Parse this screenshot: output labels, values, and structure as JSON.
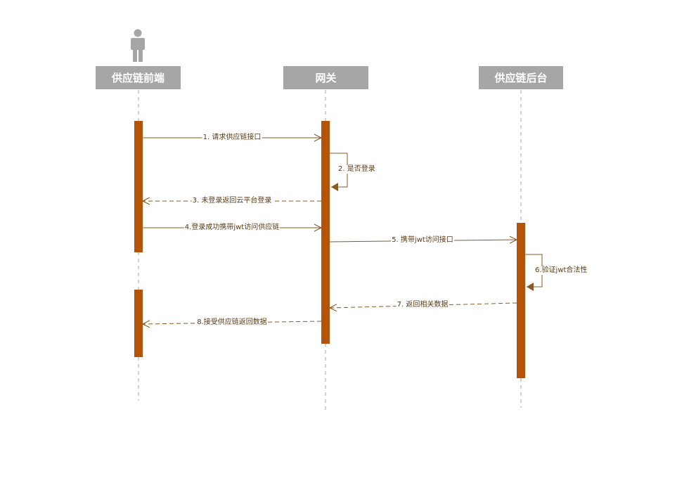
{
  "colors": {
    "activation": "#b35409",
    "message_line": "#8a5a26",
    "lifeline": "#a6a6a6",
    "header_bg": "#a6a6a6",
    "actor": "#a6a6a6"
  },
  "actor_icon": "person-icon",
  "participants": [
    {
      "id": "frontend",
      "label": "供应链前端"
    },
    {
      "id": "gateway",
      "label": "网关"
    },
    {
      "id": "backend",
      "label": "供应链后台"
    }
  ],
  "messages": [
    {
      "id": 1,
      "label": "1. 请求供应链接口",
      "from": "frontend",
      "to": "gateway",
      "style": "solid"
    },
    {
      "id": 2,
      "label": "2. 是否登录",
      "from": "gateway",
      "to": "gateway",
      "style": "self"
    },
    {
      "id": 3,
      "label": "3. 未登录返回云平台登录",
      "from": "gateway",
      "to": "frontend",
      "style": "dashed"
    },
    {
      "id": 4,
      "label": "4.登录成功携带jwt访问供应链",
      "from": "frontend",
      "to": "gateway",
      "style": "solid"
    },
    {
      "id": 5,
      "label": "5. 携带jwt访问接口",
      "from": "gateway",
      "to": "backend",
      "style": "solid"
    },
    {
      "id": 6,
      "label": "6.验证jwt合法性",
      "from": "backend",
      "to": "backend",
      "style": "self"
    },
    {
      "id": 7,
      "label": "7. 返回相关数据",
      "from": "backend",
      "to": "gateway",
      "style": "dashed"
    },
    {
      "id": 8,
      "label": "8.接受供应链返回数据",
      "from": "gateway",
      "to": "frontend",
      "style": "dashed"
    }
  ]
}
